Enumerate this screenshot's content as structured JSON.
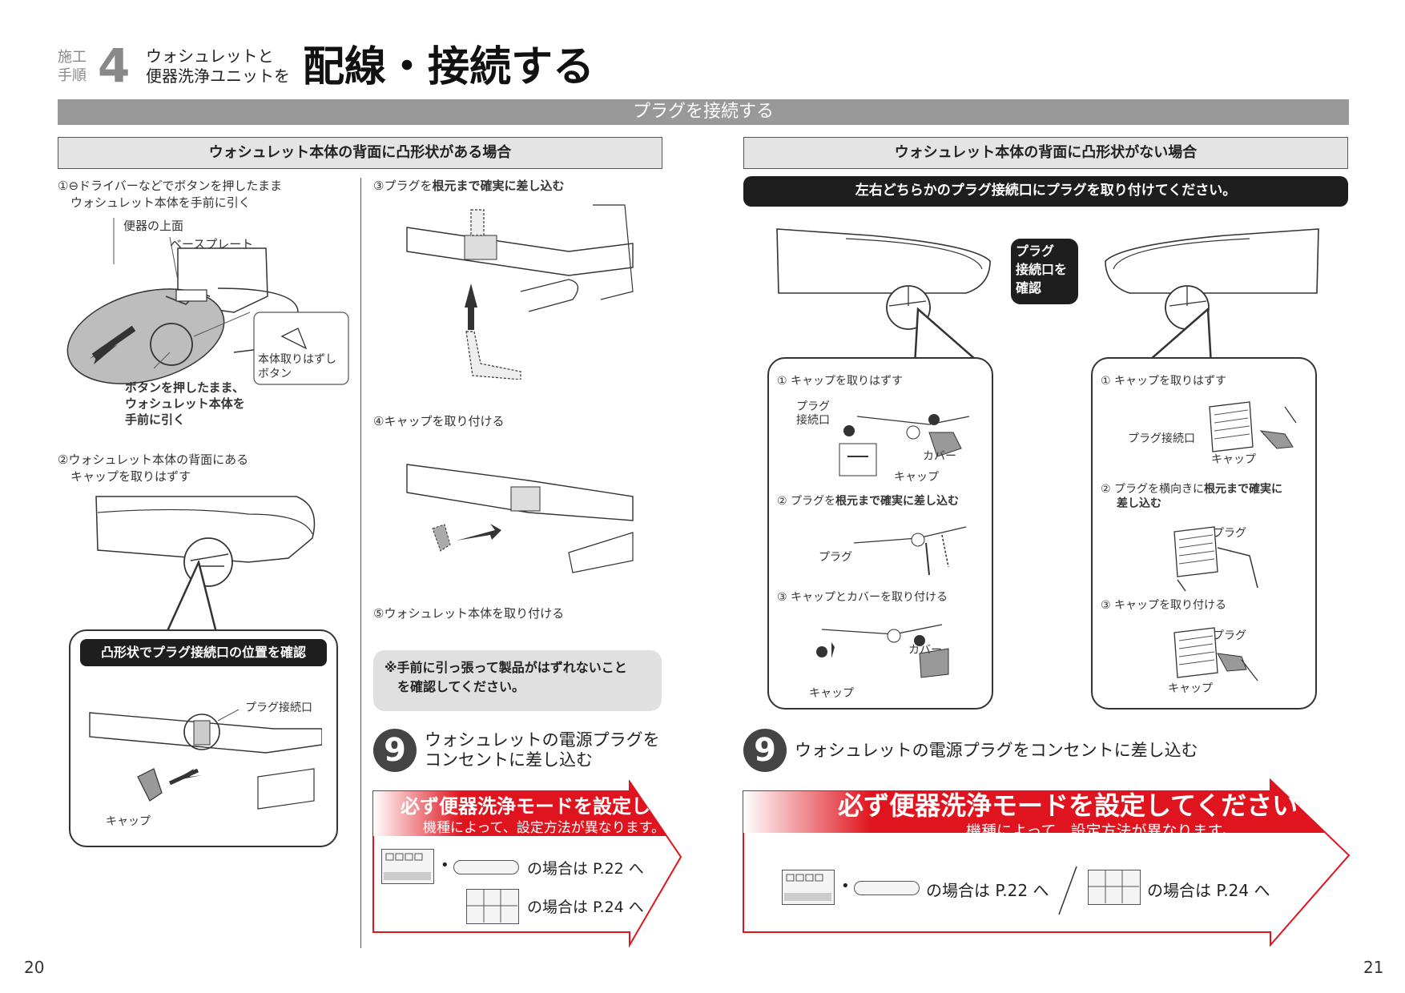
{
  "header": {
    "step_label_line1": "施工",
    "step_label_line2": "手順",
    "step_number": "4",
    "subtitle_line1": "ウォシュレットと",
    "subtitle_line2": "便器洗浄ユニットを",
    "title": "配線・接続する"
  },
  "section_bar": "プラグを接続する",
  "left": {
    "heading": "ウォシュレット本体の背面に凸形状がある場合",
    "step1_line1": "①⊖ドライバーなどでボタンを押したまま",
    "step1_line2": "ウォシュレット本体を手前に引く",
    "label_toilet_top": "便器の上面",
    "label_base_plate": "ベースプレート",
    "label_release_button_line1": "本体取りはずし",
    "label_release_button_line2": "ボタン",
    "note_pull_line1": "ボタンを押したまま、",
    "note_pull_line2": "ウォシュレット本体を",
    "note_pull_line3": "手前に引く",
    "step2_line1": "②ウォシュレット本体の背面にある",
    "step2_line2": "キャップを取りはずす",
    "callout_title": "凸形状でプラグ接続口の位置を確認",
    "label_plug_port": "プラグ接続口",
    "label_cap": "キャップ",
    "step3_prefix": "③プラグを",
    "step3_bold": "根元まで確実に差し込む",
    "step4": "④キャップを取り付ける",
    "step5": "⑤ウォシュレット本体を取り付ける",
    "caution_line1": "※手前に引っ張って製品がはずれないこと",
    "caution_line2": "を確認してください。",
    "step9_number": "9",
    "step9_line1": "ウォシュレットの電源プラグを",
    "step9_line2": "コンセントに差し込む",
    "banner_title": "必ず便器洗浄モードを設定してください",
    "banner_sub": "機種によって、設定方法が異なります。",
    "banner_bullet": "•",
    "ref_p22": "の場合は P.22 へ",
    "ref_p24": "の場合は P.24 へ",
    "page_number": "20"
  },
  "right": {
    "heading": "ウォシュレット本体の背面に凸形状がない場合",
    "instruction": "左右どちらかのプラグ接続口にプラグを取り付けてください。",
    "badge_line1": "プラグ",
    "badge_line2": "接続口を",
    "badge_line3": "確認",
    "box_a": {
      "step1": "① キャップを取りはずす",
      "label_plug_port_line1": "プラグ",
      "label_plug_port_line2": "接続口",
      "label_cover": "カバー",
      "label_cap": "キャップ",
      "step2_prefix": "② プラグを",
      "step2_bold": "根元まで確実に差し込む",
      "label_plug": "プラグ",
      "step3": "③ キャップとカバーを取り付ける",
      "label_cover2": "カバー",
      "label_cap2": "キャップ"
    },
    "box_b": {
      "step1": "① キャップを取りはずす",
      "label_plug_port": "プラグ接続口",
      "label_cap": "キャップ",
      "step2_prefix": "② プラグを横向きに",
      "step2_bold": "根元まで確実に",
      "step2_line2": "差し込む",
      "label_plug": "プラグ",
      "step3": "③ キャップを取り付ける",
      "label_plug2": "プラグ",
      "label_cap2": "キャップ"
    },
    "step9_number": "9",
    "step9_text": "ウォシュレットの電源プラグをコンセントに差し込む",
    "banner_title": "必ず便器洗浄モードを設定してください",
    "banner_sub": "機種によって、設定方法が異なります。",
    "banner_bullet": "•",
    "ref_p22": "の場合は P.22 へ",
    "ref_p24": "の場合は P.24 へ",
    "page_number": "21"
  },
  "colors": {
    "banner_red": "#e0141e",
    "gray_bar": "#999999",
    "dark_pill": "#1e1e1e"
  }
}
